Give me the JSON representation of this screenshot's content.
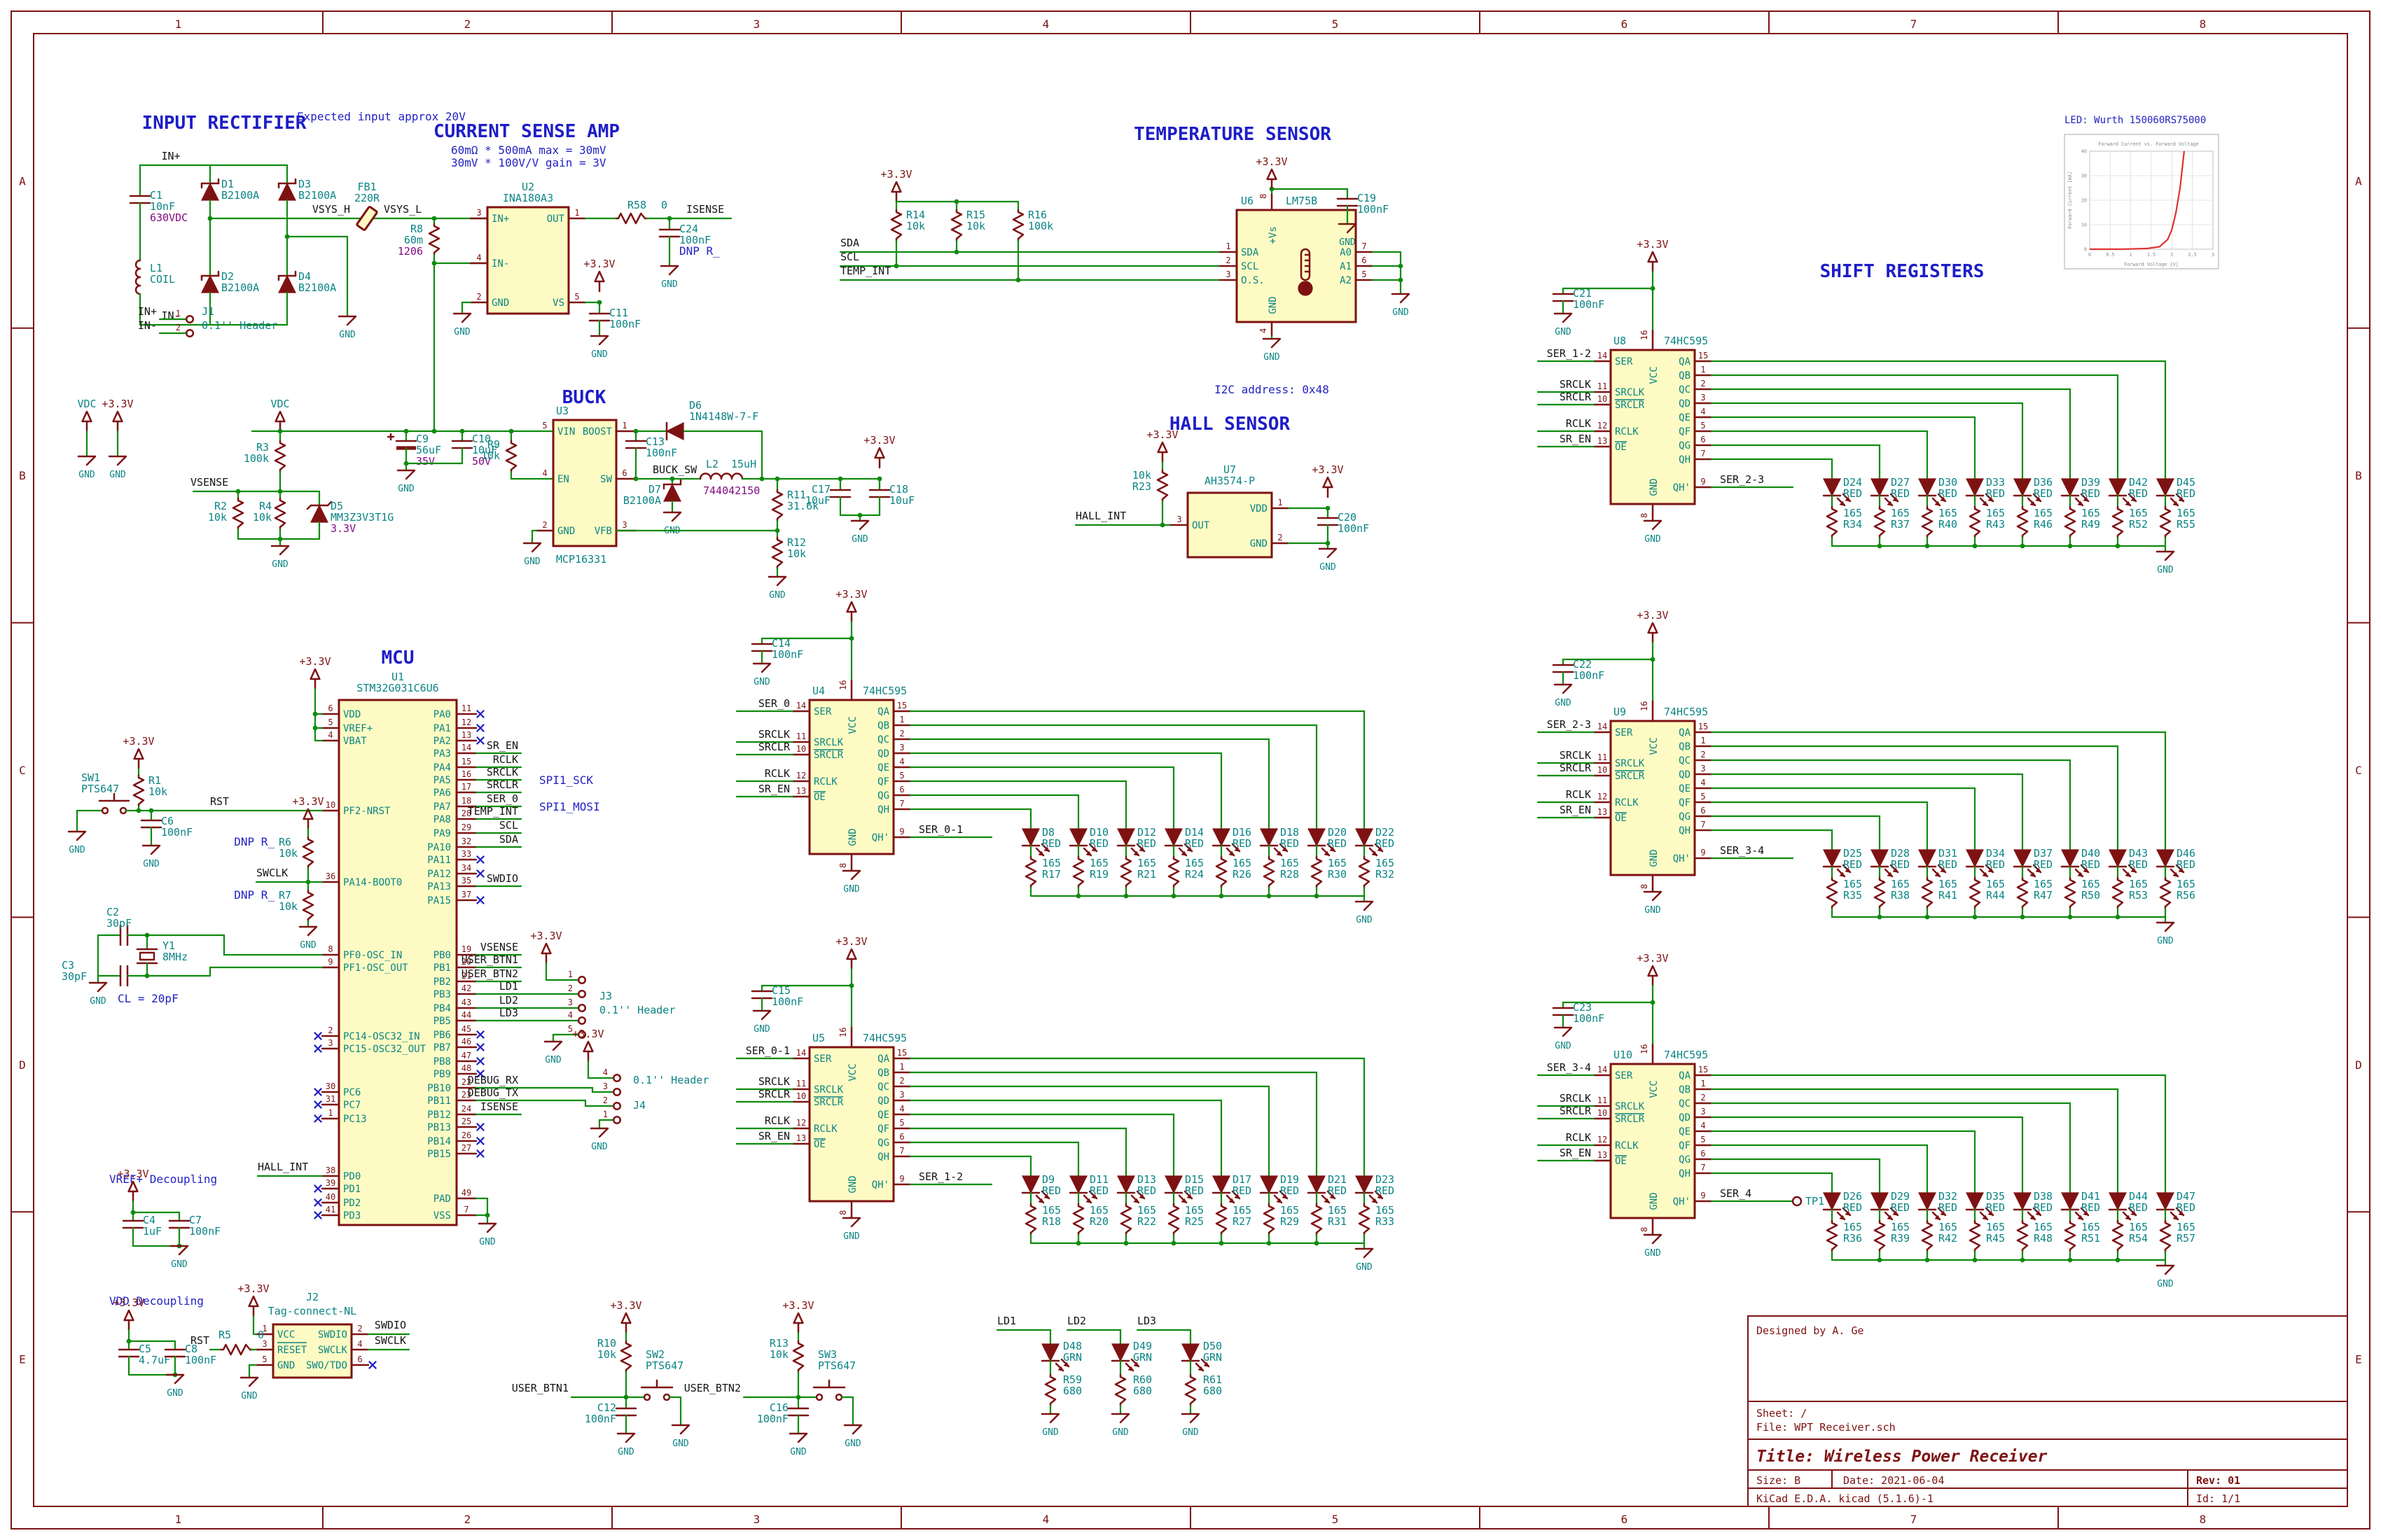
{
  "sheet": {
    "columns": [
      "1",
      "2",
      "3",
      "4",
      "5",
      "6",
      "7",
      "8"
    ],
    "rows": [
      "A",
      "B",
      "C",
      "D",
      "E"
    ]
  },
  "title_block": {
    "designed_by": "Designed by A. Ge",
    "sheet_line": "Sheet: /",
    "file_line": "File: WPT Receiver.sch",
    "title_line": "Title: Wireless Power Receiver",
    "size_line": "Size: B",
    "date_line": "Date: 2021-06-04",
    "rev_line": "Rev: 01",
    "tool_line": "KiCad E.D.A.  kicad (5.1.6)-1",
    "id_line": "Id: 1/1"
  },
  "section_titles": {
    "input_rectifier": "INPUT RECTIFIER",
    "current_sense": "CURRENT SENSE AMP",
    "temperature": "TEMPERATURE SENSOR",
    "buck": "BUCK",
    "hall": "HALL SENSOR",
    "shift_registers": "SHIFT REGISTERS",
    "mcu": "MCU"
  },
  "notes": {
    "expected_input": "Expected input approx 20V",
    "csa_calc1": "60mΩ * 500mA max = 30mV",
    "csa_calc2": "30mV * 100V/V gain = 3V",
    "i2c_addr": "I2C address: 0x48",
    "cl": "CL = 20pF",
    "dnp": "DNP R_",
    "spi1_sck": "SPI1_SCK",
    "spi1_mosi": "SPI1_MOSI",
    "vref_decoupling": "VREF+ Decoupling",
    "vdd_decoupling": "VDD Decoupling",
    "led_title": "LED: Wurth 150060RS75000"
  },
  "power": {
    "p33": "+3.3V",
    "vdc": "VDC",
    "gnd": "GND"
  },
  "nets": {
    "sr_en": "SR_EN",
    "rclk": "RCLK",
    "srclk": "SRCLK",
    "srclr": "SRCLR",
    "hall_int": "HALL_INT",
    "sda": "SDA",
    "scl": "SCL",
    "temp_int": "TEMP_INT",
    "vsys_h": "VSYS_H",
    "vsys_l": "VSYS_L",
    "buck_sw": "BUCK_SW",
    "vsense": "VSENSE",
    "isense": "ISENSE",
    "rst": "RST",
    "swclk": "SWCLK",
    "swdio": "SWDIO",
    "in_p": "IN+",
    "in_n": "IN-",
    "tp1": "TP1"
  },
  "input_rectifier": {
    "c1": {
      "ref": "C1",
      "value": "10nF",
      "field": "630VDC"
    },
    "l1": {
      "ref": "L1",
      "value": "COIL"
    },
    "d1": {
      "ref": "D1",
      "value": "B2100A"
    },
    "d2": {
      "ref": "D2",
      "value": "B2100A"
    },
    "d3": {
      "ref": "D3",
      "value": "B2100A"
    },
    "d4": {
      "ref": "D4",
      "value": "B2100A"
    },
    "j1": {
      "ref": "J1",
      "value": "0.1'' Header",
      "pins": [
        "1",
        "2"
      ]
    },
    "fb1": {
      "ref": "FB1",
      "value": "220R"
    },
    "r8": {
      "ref": "R8",
      "value": "60m",
      "field": "1206"
    }
  },
  "current_sense": {
    "u2": {
      "ref": "U2",
      "value": "INA180A3",
      "pins": {
        "inp": {
          "n": "3",
          "name": "IN+"
        },
        "inn": {
          "n": "4",
          "name": "IN-"
        },
        "gnd": {
          "n": "2",
          "name": "GND"
        },
        "out": {
          "n": "1",
          "name": "OUT"
        },
        "vs": {
          "n": "5",
          "name": "VS"
        }
      }
    },
    "r58": {
      "ref": "R58",
      "value": "0"
    },
    "c24": {
      "ref": "C24",
      "value": "100nF"
    },
    "c11": {
      "ref": "C11",
      "value": "100nF"
    }
  },
  "temperature": {
    "r14": {
      "ref": "R14",
      "value": "10k"
    },
    "r15": {
      "ref": "R15",
      "value": "10k"
    },
    "r16": {
      "ref": "R16",
      "value": "100k"
    },
    "u6": {
      "ref": "U6",
      "value": "LM75B",
      "pins": {
        "vs": {
          "n": "8",
          "name": "+Vs"
        },
        "sda": {
          "n": "1",
          "name": "SDA"
        },
        "scl": {
          "n": "2",
          "name": "SCL"
        },
        "os": {
          "n": "3",
          "name": "O.S."
        },
        "a0": {
          "n": "7",
          "name": "A0"
        },
        "a1": {
          "n": "6",
          "name": "A1"
        },
        "a2": {
          "n": "5",
          "name": "A2"
        },
        "gnd": {
          "n": "4",
          "name": "GND"
        }
      }
    },
    "c19": {
      "ref": "C19",
      "value": "100nF"
    }
  },
  "buck": {
    "c9": {
      "ref": "C9",
      "value": "56uF",
      "field": "35V"
    },
    "c10": {
      "ref": "C10",
      "value": "10uF",
      "field": "50V"
    },
    "r9": {
      "ref": "R9",
      "value": "10k"
    },
    "r3": {
      "ref": "R3",
      "value": "100k"
    },
    "r2": {
      "ref": "R2",
      "value": "10k"
    },
    "r4": {
      "ref": "R4",
      "value": "10k"
    },
    "d5": {
      "ref": "D5",
      "value": "MM3Z3V3T1G",
      "field": "3.3V"
    },
    "u3": {
      "ref": "U3",
      "value": "MCP16331",
      "pins": {
        "vin": {
          "n": "5",
          "name": "VIN"
        },
        "en": {
          "n": "4",
          "name": "EN"
        },
        "gnd": {
          "n": "2",
          "name": "GND"
        },
        "boost": {
          "n": "1",
          "name": "BOOST"
        },
        "sw": {
          "n": "6",
          "name": "SW"
        },
        "vfb": {
          "n": "3",
          "name": "VFB"
        }
      }
    },
    "d6": {
      "ref": "D6",
      "value": "1N4148W-7-F"
    },
    "c13": {
      "ref": "C13",
      "value": "100nF"
    },
    "d7": {
      "ref": "D7",
      "value": "B2100A"
    },
    "l2": {
      "ref": "L2",
      "value": "15uH",
      "field": "744042150"
    },
    "r11": {
      "ref": "R11",
      "value": "31.6k"
    },
    "r12": {
      "ref": "R12",
      "value": "10k"
    },
    "c17": {
      "ref": "C17",
      "value": "10uF"
    },
    "c18": {
      "ref": "C18",
      "value": "10uF"
    }
  },
  "hall": {
    "r23": {
      "ref": "R23",
      "value": "10k"
    },
    "u7": {
      "ref": "U7",
      "value": "AH3574-P",
      "pins": {
        "out": {
          "n": "3",
          "name": "OUT"
        },
        "vdd": {
          "n": "1",
          "name": "VDD"
        },
        "gnd": {
          "n": "2",
          "name": "GND"
        }
      }
    },
    "c20": {
      "ref": "C20",
      "value": "100nF"
    }
  },
  "mcu": {
    "u1": {
      "ref": "U1",
      "value": "STM32G031C6U6"
    },
    "left_pins": [
      {
        "n": "6",
        "name": "VDD"
      },
      {
        "n": "5",
        "name": "VREF+"
      },
      {
        "n": "4",
        "name": "VBAT"
      },
      {
        "n": "10",
        "name": "PF2-NRST"
      },
      {
        "n": "36",
        "name": "PA14-BOOT0"
      },
      {
        "n": "8",
        "name": "PF0-OSC_IN"
      },
      {
        "n": "9",
        "name": "PF1-OSC_OUT"
      },
      {
        "n": "2",
        "name": "PC14-OSC32_IN",
        "nc": true
      },
      {
        "n": "3",
        "name": "PC15-OSC32_OUT",
        "nc": true
      },
      {
        "n": "30",
        "name": "PC6",
        "nc": true
      },
      {
        "n": "31",
        "name": "PC7",
        "nc": true
      },
      {
        "n": "1",
        "name": "PC13",
        "nc": true
      },
      {
        "n": "38",
        "name": "PD0",
        "net": "HALL_INT"
      },
      {
        "n": "39",
        "name": "PD1",
        "nc": true
      },
      {
        "n": "40",
        "name": "PD2",
        "nc": true
      },
      {
        "n": "41",
        "name": "PD3",
        "nc": true
      }
    ],
    "right_pins": [
      {
        "n": "11",
        "name": "PA0",
        "nc": true
      },
      {
        "n": "12",
        "name": "PA1",
        "nc": true
      },
      {
        "n": "13",
        "name": "PA2",
        "nc": true
      },
      {
        "n": "14",
        "name": "PA3",
        "net": "SR_EN"
      },
      {
        "n": "15",
        "name": "PA4",
        "net": "RCLK"
      },
      {
        "n": "16",
        "name": "PA5",
        "net": "SRCLK"
      },
      {
        "n": "17",
        "name": "PA6",
        "net": "SRCLR"
      },
      {
        "n": "18",
        "name": "PA7",
        "net": "SER_0"
      },
      {
        "n": "28",
        "name": "PA8",
        "net": "TEMP_INT"
      },
      {
        "n": "29",
        "name": "PA9",
        "net": "SCL"
      },
      {
        "n": "32",
        "name": "PA10",
        "net": "SDA"
      },
      {
        "n": "33",
        "name": "PA11",
        "nc": true
      },
      {
        "n": "34",
        "name": "PA12",
        "nc": true
      },
      {
        "n": "35",
        "name": "PA13",
        "net": "SWDIO"
      },
      {
        "n": "37",
        "name": "PA15",
        "nc": true
      },
      {
        "n": "19",
        "name": "PB0",
        "net": "VSENSE"
      },
      {
        "n": "20",
        "name": "PB1",
        "net": "USER_BTN1"
      },
      {
        "n": "21",
        "name": "PB2",
        "net": "USER_BTN2"
      },
      {
        "n": "42",
        "name": "PB3",
        "net": "LD1"
      },
      {
        "n": "43",
        "name": "PB4",
        "net": "LD2"
      },
      {
        "n": "44",
        "name": "PB5",
        "net": "LD3"
      },
      {
        "n": "45",
        "name": "PB6",
        "nc": true
      },
      {
        "n": "46",
        "name": "PB7",
        "nc": true
      },
      {
        "n": "47",
        "name": "PB8",
        "nc": true
      },
      {
        "n": "48",
        "name": "PB9",
        "nc": true
      },
      {
        "n": "22",
        "name": "PB10",
        "net": "DEBUG_RX"
      },
      {
        "n": "23",
        "name": "PB11",
        "net": "DEBUG_TX"
      },
      {
        "n": "24",
        "name": "PB12",
        "net": "ISENSE"
      },
      {
        "n": "25",
        "name": "PB13",
        "nc": true
      },
      {
        "n": "26",
        "name": "PB14",
        "nc": true
      },
      {
        "n": "27",
        "name": "PB15",
        "nc": true
      },
      {
        "n": "49",
        "name": "PAD"
      },
      {
        "n": "7",
        "name": "VSS"
      }
    ],
    "sw1": {
      "ref": "SW1",
      "value": "PTS647"
    },
    "r1": {
      "ref": "R1",
      "value": "10k"
    },
    "c6": {
      "ref": "C6",
      "value": "100nF"
    },
    "r6": {
      "ref": "R6",
      "value": "10k"
    },
    "r7": {
      "ref": "R7",
      "value": "10k"
    },
    "c2": {
      "ref": "C2",
      "value": "30pF"
    },
    "c3": {
      "ref": "C3",
      "value": "30pF"
    },
    "y1": {
      "ref": "Y1",
      "value": "8MHz"
    }
  },
  "headers": {
    "j3": {
      "ref": "J3",
      "value": "0.1'' Header",
      "pins": [
        "1",
        "2",
        "3",
        "4",
        "5"
      ]
    },
    "j4": {
      "ref": "J4",
      "value": "0.1'' Header",
      "pins": [
        "4",
        "3",
        "2",
        "1"
      ]
    },
    "j2": {
      "ref": "J2",
      "value": "Tag-connect-NL",
      "pins": {
        "vcc": {
          "n": "1",
          "name": "VCC"
        },
        "reset": {
          "n": "3",
          "name": "RESET"
        },
        "gnd": {
          "n": "5",
          "name": "GND"
        },
        "swdio": {
          "n": "2",
          "name": "SWDIO"
        },
        "swclk": {
          "n": "4",
          "name": "SWCLK"
        },
        "swo": {
          "n": "6",
          "name": "SWO/TDO"
        }
      }
    },
    "r5": {
      "ref": "R5",
      "value": "0"
    }
  },
  "decoupling": {
    "c4": {
      "ref": "C4",
      "value": "1uF"
    },
    "c7": {
      "ref": "C7",
      "value": "100nF"
    },
    "c5": {
      "ref": "C5",
      "value": "4.7uF"
    },
    "c8": {
      "ref": "C8",
      "value": "100nF"
    }
  },
  "buttons": {
    "sw2": {
      "ref": "SW2",
      "value": "PTS647"
    },
    "r10": {
      "ref": "R10",
      "value": "10k"
    },
    "c12": {
      "ref": "C12",
      "value": "100nF"
    },
    "sw3": {
      "ref": "SW3",
      "value": "PTS647"
    },
    "r13": {
      "ref": "R13",
      "value": "10k"
    },
    "c16": {
      "ref": "C16",
      "value": "100nF"
    }
  },
  "indicator_leds": [
    {
      "net": "LD1",
      "d": "D48",
      "val": "GRN",
      "r": "R59",
      "rv": "680"
    },
    {
      "net": "LD2",
      "d": "D49",
      "val": "GRN",
      "r": "R60",
      "rv": "680"
    },
    {
      "net": "LD3",
      "d": "D50",
      "val": "GRN",
      "r": "R61",
      "rv": "680"
    }
  ],
  "shift_registers": {
    "pin_names": {
      "ser": {
        "n": "14",
        "name": "SER"
      },
      "srclk": {
        "n": "11",
        "name": "SRCLK"
      },
      "srclr": {
        "n": "10",
        "name": "SRCLR"
      },
      "rclk": {
        "n": "12",
        "name": "RCLK"
      },
      "oe": {
        "n": "13",
        "name": "OE"
      },
      "vcc": {
        "n": "16",
        "name": "VCC"
      },
      "gnd": {
        "n": "8",
        "name": "GND"
      },
      "qh2": {
        "n": "9",
        "name": "QH'"
      }
    },
    "outputs": [
      {
        "n": "15",
        "name": "QA"
      },
      {
        "n": "1",
        "name": "QB"
      },
      {
        "n": "2",
        "name": "QC"
      },
      {
        "n": "3",
        "name": "QD"
      },
      {
        "n": "4",
        "name": "QE"
      },
      {
        "n": "5",
        "name": "QF"
      },
      {
        "n": "6",
        "name": "QG"
      },
      {
        "n": "7",
        "name": "QH"
      }
    ],
    "led_value": "RED",
    "res_value": "165",
    "chips": [
      {
        "ref": "U4",
        "value": "74HC595",
        "cap_ref": "C14",
        "cap_val": "100nF",
        "ser_net": "SER_0",
        "out_net": "SER_0-1",
        "leds": [
          {
            "d": "D8",
            "r": "R17"
          },
          {
            "d": "D10",
            "r": "R19"
          },
          {
            "d": "D12",
            "r": "R21"
          },
          {
            "d": "D14",
            "r": "R24"
          },
          {
            "d": "D16",
            "r": "R26"
          },
          {
            "d": "D18",
            "r": "R28"
          },
          {
            "d": "D20",
            "r": "R30"
          },
          {
            "d": "D22",
            "r": "R32"
          }
        ]
      },
      {
        "ref": "U5",
        "value": "74HC595",
        "cap_ref": "C15",
        "cap_val": "100nF",
        "ser_net": "SER_0-1",
        "out_net": "SER_1-2",
        "leds": [
          {
            "d": "D9",
            "r": "R18"
          },
          {
            "d": "D11",
            "r": "R20"
          },
          {
            "d": "D13",
            "r": "R22"
          },
          {
            "d": "D15",
            "r": "R25"
          },
          {
            "d": "D17",
            "r": "R27"
          },
          {
            "d": "D19",
            "r": "R29"
          },
          {
            "d": "D21",
            "r": "R31"
          },
          {
            "d": "D23",
            "r": "R33"
          }
        ]
      },
      {
        "ref": "U8",
        "value": "74HC595",
        "cap_ref": "C21",
        "cap_val": "100nF",
        "ser_net": "SER_1-2",
        "out_net": "SER_2-3",
        "leds": [
          {
            "d": "D24",
            "r": "R34"
          },
          {
            "d": "D27",
            "r": "R37"
          },
          {
            "d": "D30",
            "r": "R40"
          },
          {
            "d": "D33",
            "r": "R43"
          },
          {
            "d": "D36",
            "r": "R46"
          },
          {
            "d": "D39",
            "r": "R49"
          },
          {
            "d": "D42",
            "r": "R52"
          },
          {
            "d": "D45",
            "r": "R55"
          }
        ]
      },
      {
        "ref": "U9",
        "value": "74HC595",
        "cap_ref": "C22",
        "cap_val": "100nF",
        "ser_net": "SER_2-3",
        "out_net": "SER_3-4",
        "leds": [
          {
            "d": "D25",
            "r": "R35"
          },
          {
            "d": "D28",
            "r": "R38"
          },
          {
            "d": "D31",
            "r": "R41"
          },
          {
            "d": "D34",
            "r": "R44"
          },
          {
            "d": "D37",
            "r": "R47"
          },
          {
            "d": "D40",
            "r": "R50"
          },
          {
            "d": "D43",
            "r": "R53"
          },
          {
            "d": "D46",
            "r": "R56"
          }
        ]
      },
      {
        "ref": "U10",
        "value": "74HC595",
        "cap_ref": "C23",
        "cap_val": "100nF",
        "ser_net": "SER_3-4",
        "out_net": "SER_4",
        "tp": "TP1",
        "leds": [
          {
            "d": "D26",
            "r": "R36"
          },
          {
            "d": "D29",
            "r": "R39"
          },
          {
            "d": "D32",
            "r": "R42"
          },
          {
            "d": "D35",
            "r": "R45"
          },
          {
            "d": "D38",
            "r": "R48"
          },
          {
            "d": "D41",
            "r": "R51"
          },
          {
            "d": "D44",
            "r": "R54"
          },
          {
            "d": "D47",
            "r": "R57"
          }
        ]
      }
    ]
  },
  "chart_data": {
    "type": "line",
    "title": "LED: Wurth 150060RS75000",
    "subtitle": "Forward Current vs. Forward Voltage",
    "xlabel": "Forward Voltage [V]",
    "ylabel": "Forward Current [mA]",
    "xlim": [
      0,
      3
    ],
    "ylim": [
      0,
      40
    ],
    "x_ticks": [
      "0",
      "0.5",
      "1",
      "1.5",
      "2",
      "2.5",
      "3"
    ],
    "y_ticks": [
      "0",
      "10",
      "20",
      "30",
      "40"
    ],
    "points": [
      [
        0,
        0
      ],
      [
        0.8,
        0
      ],
      [
        1.4,
        0.3
      ],
      [
        1.7,
        1
      ],
      [
        1.9,
        4
      ],
      [
        2.0,
        8
      ],
      [
        2.1,
        15
      ],
      [
        2.2,
        25
      ],
      [
        2.3,
        40
      ]
    ]
  }
}
